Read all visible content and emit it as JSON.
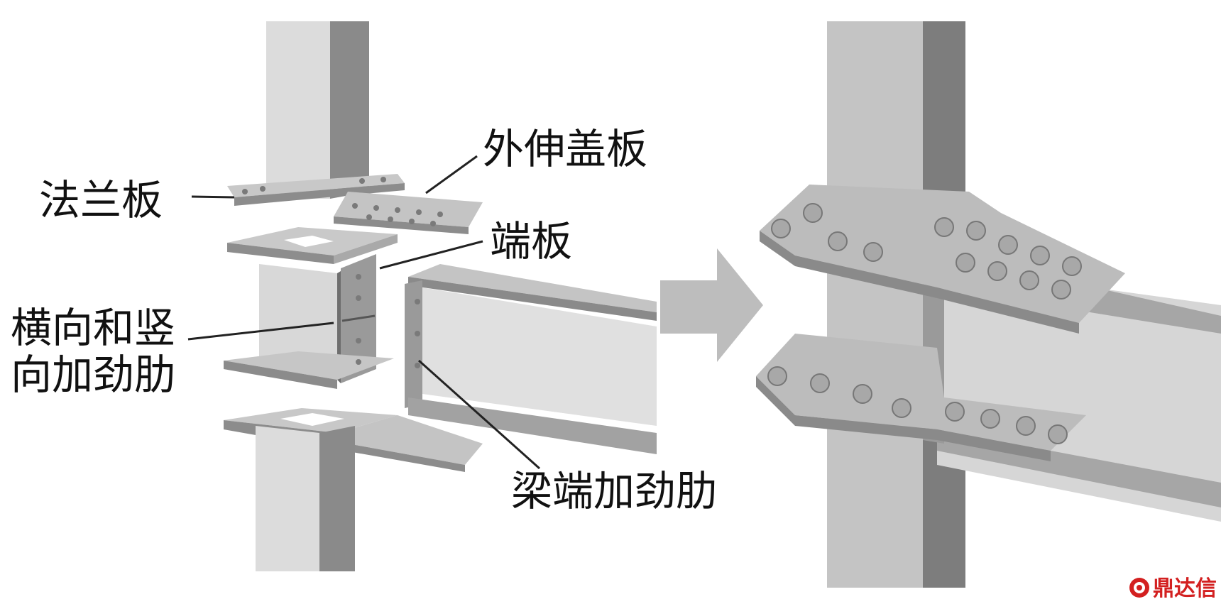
{
  "labels": {
    "extended_cover_plate": "外伸盖板",
    "flange_plate": "法兰板",
    "end_plate": "端板",
    "stiffener_line1": "横向和竖",
    "stiffener_line2": "向加劲肋",
    "beam_end_stiffener": "梁端加劲肋"
  },
  "watermark": {
    "text": "鼎达信",
    "color": "#d32020"
  },
  "colors": {
    "steel_light": "#d9d9d9",
    "steel_mid": "#b5b5b5",
    "steel_dark": "#7f7f7f",
    "arrow": "#bdbdbd"
  }
}
